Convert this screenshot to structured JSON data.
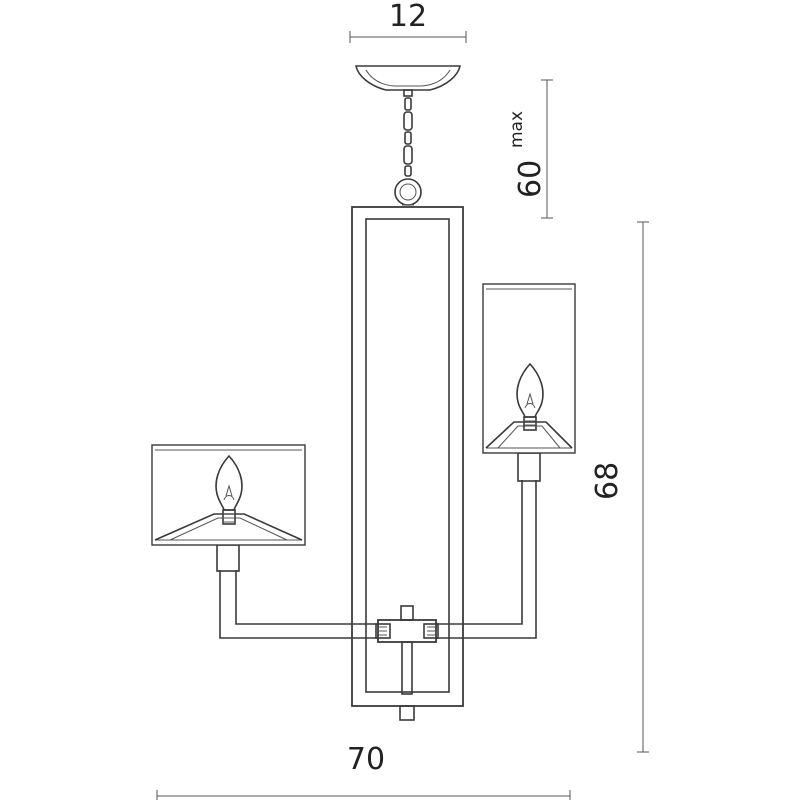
{
  "diagram": {
    "dimensions": {
      "canopy_width": "12",
      "chain_length": "60",
      "chain_length_suffix": "max",
      "total_height": "68",
      "total_width": "70"
    },
    "colors": {
      "line": "#3a3a3a",
      "dimension_line": "#555555",
      "text": "#222222",
      "background": "#ffffff"
    }
  }
}
